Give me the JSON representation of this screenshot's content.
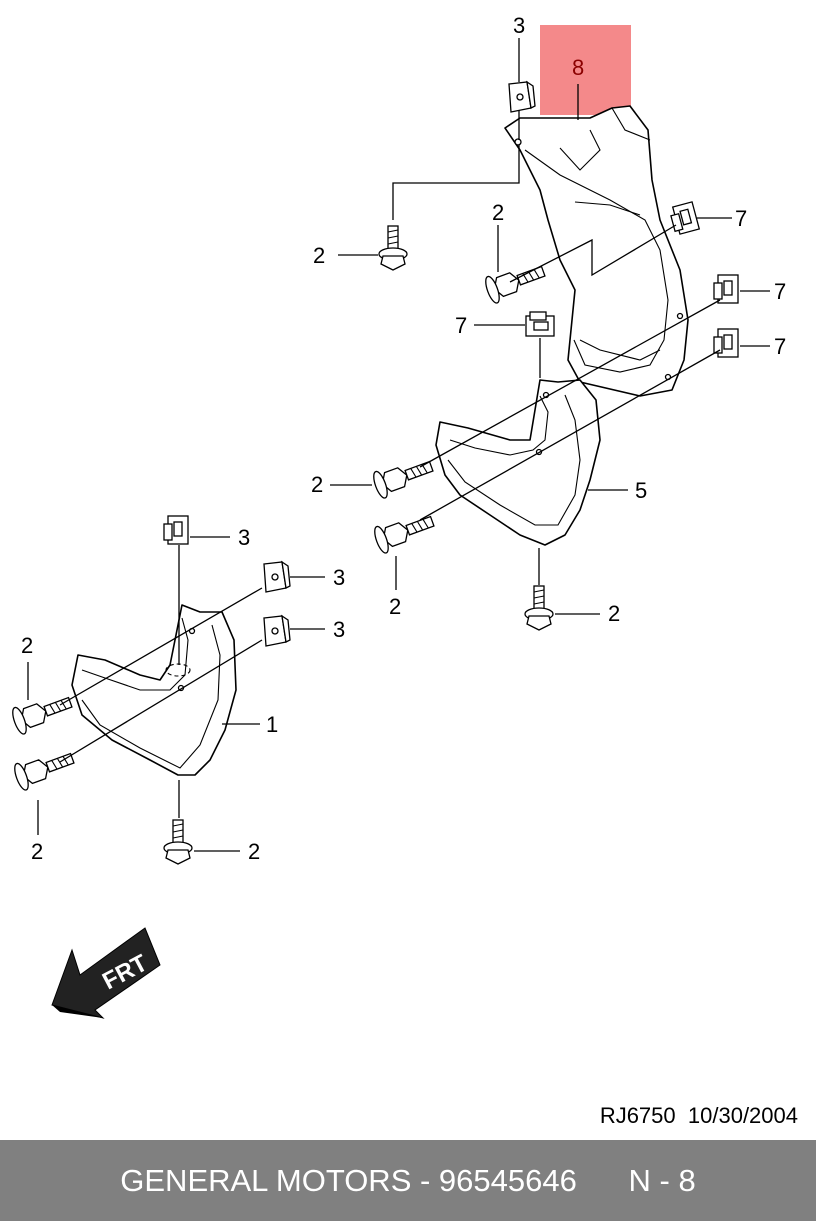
{
  "callouts": {
    "c3_top": "3",
    "c8": "8",
    "c7_a": "7",
    "c2_a": "2",
    "c2_b": "2",
    "c7_b": "7",
    "c7_c": "7",
    "c7_d": "7",
    "c2_c": "2",
    "c5": "5",
    "c2_d": "2",
    "c2_e": "2",
    "c3_a": "3",
    "c3_b": "3",
    "c3_c": "3",
    "c2_f": "2",
    "c1": "1",
    "c2_g": "2",
    "c2_h": "2"
  },
  "highlight": {
    "part": "8",
    "color": "#f4898a"
  },
  "front_arrow": {
    "label": "FRT"
  },
  "doc_ref": {
    "drawing_id": "RJ6750",
    "date": "10/30/2004"
  },
  "footer": {
    "title": "GENERAL MOTORS - 96545646",
    "page": "N - 8"
  }
}
